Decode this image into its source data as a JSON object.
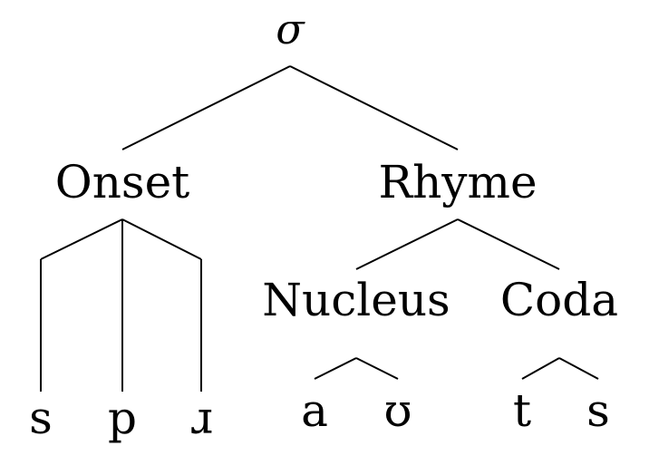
{
  "tree": {
    "root": "σ",
    "onset": {
      "label": "Onset",
      "segments": [
        "s",
        "p",
        "ɹ"
      ]
    },
    "rhyme": {
      "label": "Rhyme",
      "nucleus": {
        "label": "Nucleus",
        "segments": [
          "a",
          "ʊ"
        ]
      },
      "coda": {
        "label": "Coda",
        "segments": [
          "t",
          "s"
        ]
      }
    }
  }
}
